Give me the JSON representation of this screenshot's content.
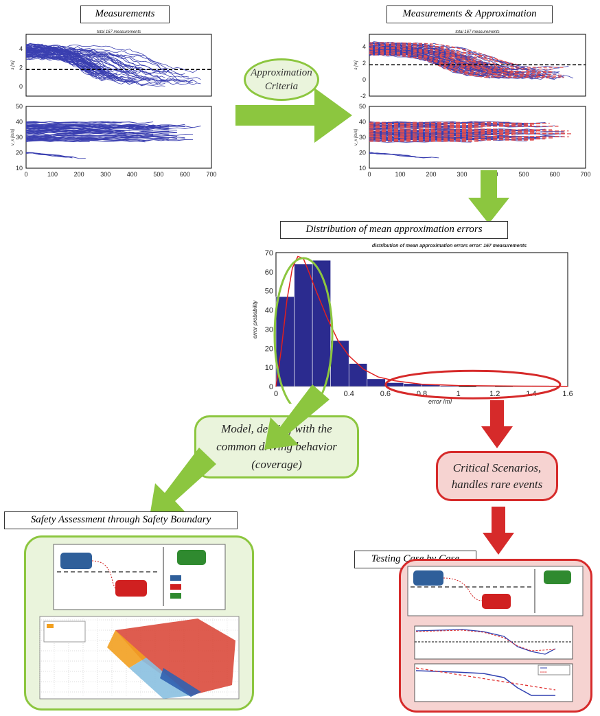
{
  "labels": {
    "measurements": "Measurements",
    "meas_approx": "Measurements & Approximation",
    "approx_criteria": "Approximation Criteria",
    "distribution": "Distribution of  mean approximation errors",
    "model": "Model, dealing with the common driving behavior (coverage)",
    "critical": "Critical Scenarios, handles rare events",
    "safety": "Safety Assessment through Safety Boundary",
    "testing": "Testing Case by Case"
  },
  "plots": {
    "meas_subtitle": "total 167 measurements",
    "meas_approx_subtitle": "total 167 measurements",
    "x_ticks": [
      "0",
      "100",
      "200",
      "300",
      "400",
      "500",
      "600",
      "700"
    ],
    "s_yticks": [
      "4",
      "2",
      "0"
    ],
    "s_yticks_approx": [
      "4",
      "2",
      "0",
      "-2"
    ],
    "v_yticks": [
      "50",
      "40",
      "30",
      "20",
      "10"
    ],
    "s_ylabel": "s [m]",
    "v_ylabel": "v_x [m/s]"
  },
  "chart_data": {
    "type": "bar",
    "title": "distribution of mean approximation errors error: 167 measurements",
    "xlabel": "error [m]",
    "ylabel": "error probability",
    "xlim": [
      0,
      1.6
    ],
    "ylim": [
      0,
      70
    ],
    "x_ticks": [
      "0",
      "0.2",
      "0.4",
      "0.6",
      "0.8",
      "1",
      "1.2",
      "1.4",
      "1.6"
    ],
    "y_ticks": [
      "0",
      "10",
      "20",
      "30",
      "40",
      "50",
      "60",
      "70"
    ],
    "bins": [
      {
        "x0": 0.0,
        "x1": 0.1,
        "value": 47
      },
      {
        "x0": 0.1,
        "x1": 0.2,
        "value": 64
      },
      {
        "x0": 0.2,
        "x1": 0.3,
        "value": 66
      },
      {
        "x0": 0.3,
        "x1": 0.4,
        "value": 24
      },
      {
        "x0": 0.4,
        "x1": 0.5,
        "value": 12
      },
      {
        "x0": 0.5,
        "x1": 0.6,
        "value": 4
      },
      {
        "x0": 0.6,
        "x1": 0.7,
        "value": 2
      },
      {
        "x0": 0.7,
        "x1": 0.8,
        "value": 1.5
      },
      {
        "x0": 0.8,
        "x1": 0.9,
        "value": 1
      },
      {
        "x0": 0.9,
        "x1": 1.0,
        "value": 0.5
      },
      {
        "x0": 1.1,
        "x1": 1.2,
        "value": 0.5
      },
      {
        "x0": 1.3,
        "x1": 1.4,
        "value": 0.5
      },
      {
        "x0": 1.4,
        "x1": 1.5,
        "value": 0.5
      }
    ],
    "fit_curve": [
      [
        0.0,
        0
      ],
      [
        0.03,
        20
      ],
      [
        0.06,
        45
      ],
      [
        0.09,
        62
      ],
      [
        0.12,
        68
      ],
      [
        0.15,
        67
      ],
      [
        0.18,
        60
      ],
      [
        0.22,
        50
      ],
      [
        0.28,
        36
      ],
      [
        0.34,
        24
      ],
      [
        0.4,
        16
      ],
      [
        0.48,
        9
      ],
      [
        0.56,
        5
      ],
      [
        0.65,
        3
      ],
      [
        0.8,
        1.2
      ],
      [
        1.0,
        0.5
      ],
      [
        1.3,
        0.2
      ],
      [
        1.6,
        0.1
      ]
    ],
    "colors": {
      "bar": "#2b2b8f",
      "curve": "#e02020"
    }
  },
  "colors": {
    "green": "#8cc63f",
    "red": "#d62a2a",
    "blue_line": "#3a3fb0",
    "red_line": "#e05050"
  }
}
